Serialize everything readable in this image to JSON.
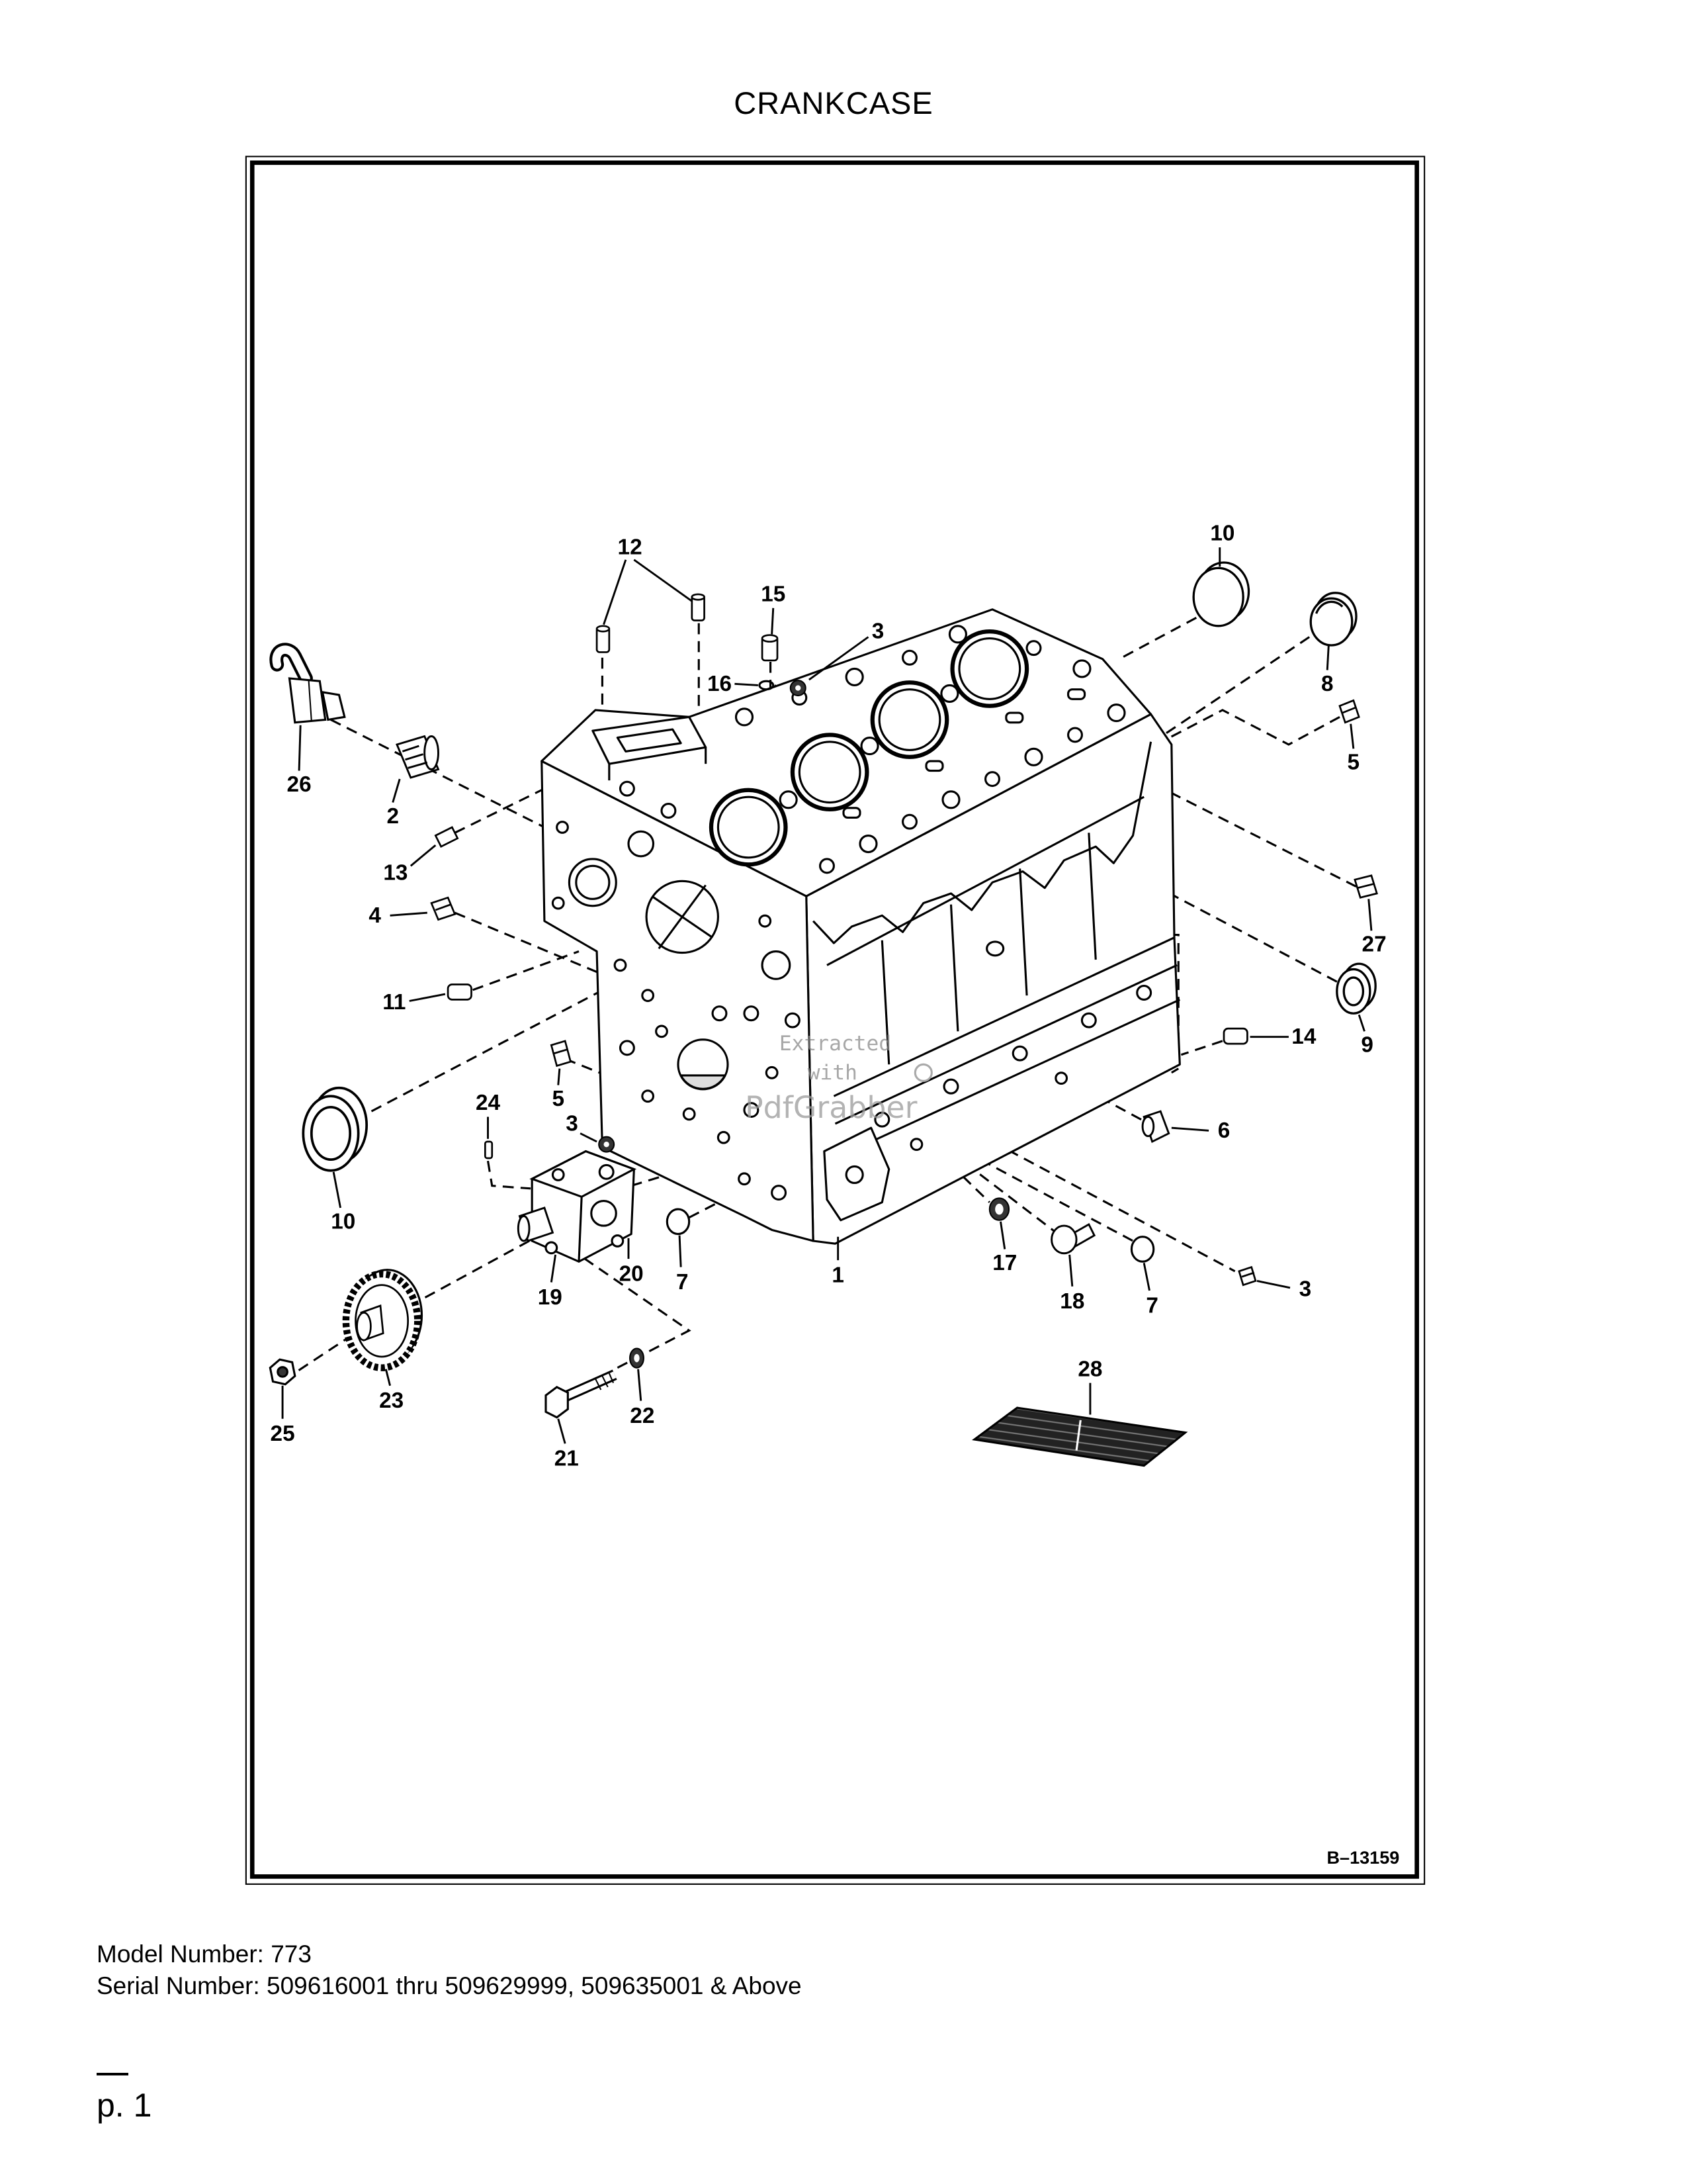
{
  "page": {
    "title": "CRANKCASE"
  },
  "figure": {
    "id_label": "B–13159",
    "callouts": [
      "12",
      "15",
      "3",
      "16",
      "10",
      "8",
      "5",
      "26",
      "2",
      "13",
      "4",
      "27",
      "11",
      "14",
      "9",
      "5",
      "24",
      "3",
      "6",
      "10",
      "17",
      "1",
      "20",
      "7",
      "3",
      "19",
      "18",
      "7",
      "28",
      "23",
      "22",
      "25",
      "21"
    ]
  },
  "watermark": {
    "line1": "Extracted",
    "line2": "with",
    "line3": "PdfGrabber"
  },
  "footer": {
    "model": "Model Number: 773",
    "serial": "Serial Number: 509616001 thru 509629999, 509635001 & Above",
    "page_number": "p. 1"
  }
}
